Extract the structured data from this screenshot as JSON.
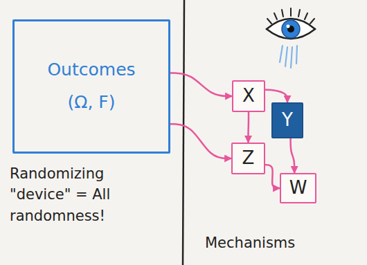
{
  "diagram": {
    "nodes": [
      {
        "text": [
          "Outcomes",
          "(Ω, F)"
        ]
      },
      {
        "text": [
          "X"
        ]
      },
      {
        "text": [
          "Y"
        ]
      },
      {
        "text": [
          "Z"
        ]
      },
      {
        "text": [
          "W"
        ]
      }
    ],
    "edges": [
      {
        "from": 0,
        "to": 1,
        "arrow": "to"
      },
      {
        "from": 0,
        "to": 3,
        "arrow": "to"
      },
      {
        "from": 1,
        "to": 3,
        "arrow": "to"
      },
      {
        "from": 1,
        "to": 2,
        "arrow": "to"
      },
      {
        "from": 2,
        "to": 4,
        "arrow": "to"
      },
      {
        "from": 3,
        "to": 4,
        "arrow": "to"
      }
    ],
    "labels": [
      "Randomizing \"device\" = All randomness!",
      "Mechanisms"
    ]
  }
}
